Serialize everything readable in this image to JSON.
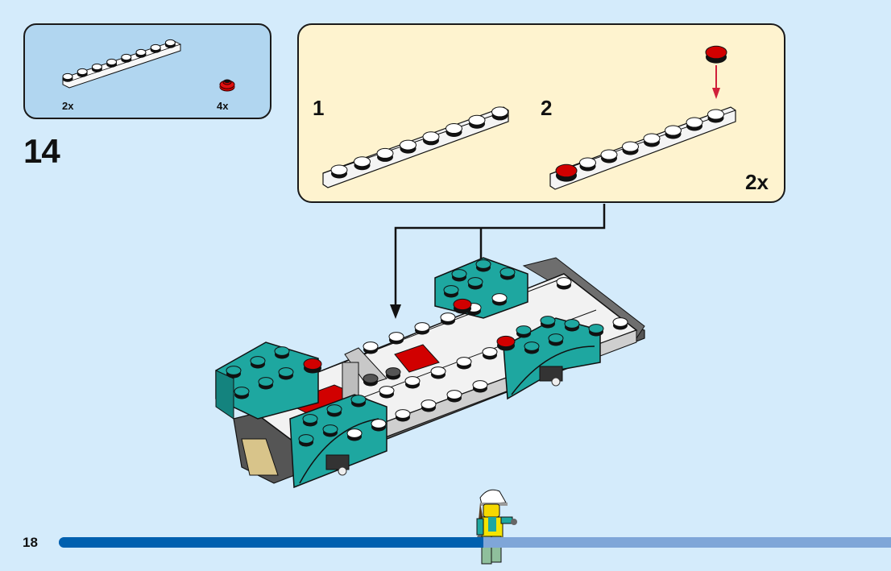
{
  "page": {
    "page_number": "18",
    "step_number": "14",
    "progress_fraction": 0.51
  },
  "parts_list": {
    "items": [
      {
        "part": "white-plate-1x8",
        "quantity": "2x"
      },
      {
        "part": "red-round-plate-1x1",
        "quantity": "4x"
      }
    ]
  },
  "sub_assembly": {
    "steps": [
      {
        "number": "1"
      },
      {
        "number": "2"
      }
    ],
    "multiplier": "2x"
  },
  "colors": {
    "background": "#d4ebfb",
    "parts_box": "#b1d6f0",
    "sub_box": "#fef3cf",
    "progress_done": "#0060af",
    "progress_remaining": "#7fa6d8",
    "teal": "#1ea7a0",
    "red": "#d10000",
    "white_brick": "#f4f4f4"
  }
}
